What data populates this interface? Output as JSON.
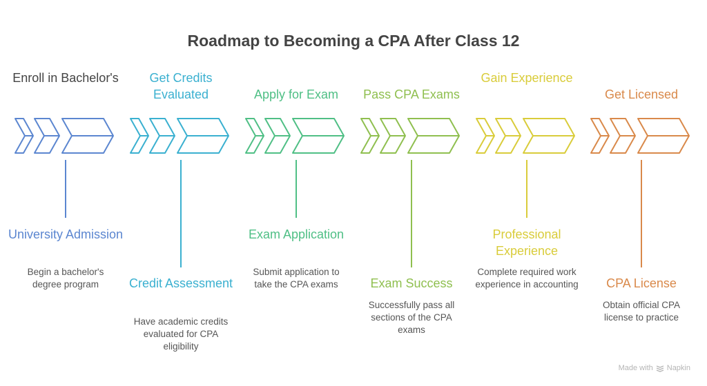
{
  "title": "Roadmap to Becoming a CPA After Class 12",
  "steps": [
    {
      "top_label": "Enroll in Bachelor's",
      "heading": "University Admission",
      "description": "Begin a bachelor's degree program",
      "color": "#5b86d0",
      "top_color": "#444444",
      "heading_position": "upper"
    },
    {
      "top_label": "Get Credits Evaluated",
      "heading": "Credit Assessment",
      "description": "Have academic credits evaluated for CPA eligibility",
      "color": "#3ab0d0",
      "top_color": "#3ab0d0",
      "heading_position": "lower"
    },
    {
      "top_label": "Apply for Exam",
      "heading": "Exam Application",
      "description": "Submit application to take the CPA exams",
      "color": "#4fbf85",
      "top_color": "#4fbf85",
      "heading_position": "upper"
    },
    {
      "top_label": "Pass CPA Exams",
      "heading": "Exam Success",
      "description": "Successfully pass all sections of the CPA exams",
      "color": "#8fbf4f",
      "top_color": "#8fbf4f",
      "heading_position": "lower"
    },
    {
      "top_label": "Gain Experience",
      "heading": "Professional Experience",
      "description": "Complete required work experience in accounting",
      "color": "#d9cc3a",
      "top_color": "#d9cc3a",
      "heading_position": "upper"
    },
    {
      "top_label": "Get Licensed",
      "heading": "CPA License",
      "description": "Obtain official CPA license to practice",
      "color": "#d9894a",
      "top_color": "#d9894a",
      "heading_position": "lower"
    }
  ],
  "footer": {
    "made_with": "Made with",
    "brand": "Napkin"
  }
}
